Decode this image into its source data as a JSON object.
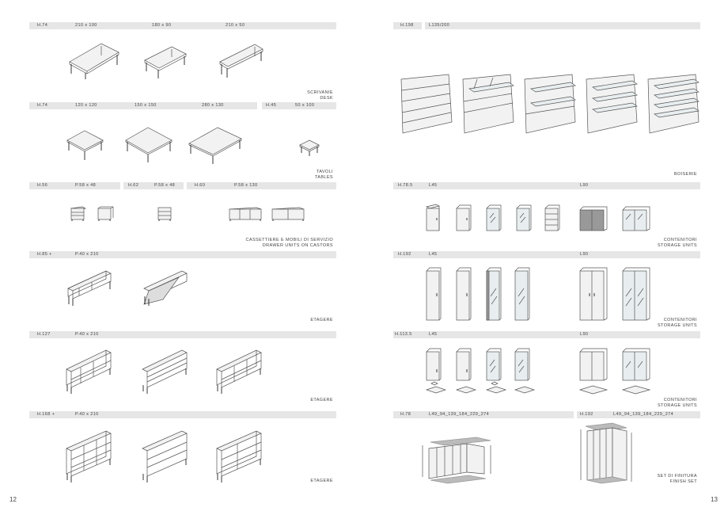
{
  "left": {
    "page_number": "12",
    "rows": [
      {
        "height": "H.74",
        "dims": [
          "210 x 100",
          "180 x 90",
          "210 x 50"
        ],
        "caption": [
          "SCRIVANIE",
          "DESK"
        ]
      },
      {
        "height": "H.74",
        "dims": [
          "120 x 120",
          "150 x 150",
          "280 x 130"
        ],
        "height2": "H.45",
        "dims2": [
          "50 x 100"
        ],
        "caption": [
          "TAVOLI",
          "TABLES"
        ]
      },
      {
        "heights": [
          "H.56",
          "H.62",
          "H.60"
        ],
        "dims": [
          "P.58 x 48",
          "P.58 x 48",
          "P.58 x 130"
        ],
        "caption": [
          "CASSETTIERE E MOBILI DI SERVIZIO",
          "DRAWER UNITS ON CASTORS"
        ]
      },
      {
        "height": "H.85 +",
        "dims": [
          "P.40 x 210"
        ],
        "caption": [
          "ETAGERE"
        ]
      },
      {
        "height": "H.127",
        "dims": [
          "P.40 x 210"
        ],
        "caption": [
          "ETAGERE"
        ]
      },
      {
        "height": "H.168 +",
        "dims": [
          "P.40 x 210"
        ],
        "caption": [
          "ETAGERE"
        ]
      }
    ]
  },
  "right": {
    "page_number": "13",
    "rows": [
      {
        "height": "H.198",
        "dims": [
          "L135/200"
        ],
        "caption": [
          "BOISERIE"
        ]
      },
      {
        "height": "H.78.5",
        "dims": [
          "L45",
          "L90"
        ],
        "caption": [
          "CONTENITORI",
          "STORAGE UNITS"
        ]
      },
      {
        "height": "H.192",
        "dims": [
          "L45",
          "L90"
        ],
        "caption": [
          "CONTENITORI",
          "STORAGE UNITS"
        ]
      },
      {
        "height": "H.113.5",
        "dims": [
          "L45",
          "L90"
        ],
        "caption": [
          "CONTENITORI",
          "STORAGE UNITS"
        ]
      },
      {
        "heights": [
          "H.78",
          "H.192"
        ],
        "dims": [
          "L49_94_139_184_229_274",
          "L49_94_139_184_229_274"
        ],
        "caption": [
          "SET DI FINITURA",
          "FINISH SET"
        ]
      }
    ]
  }
}
